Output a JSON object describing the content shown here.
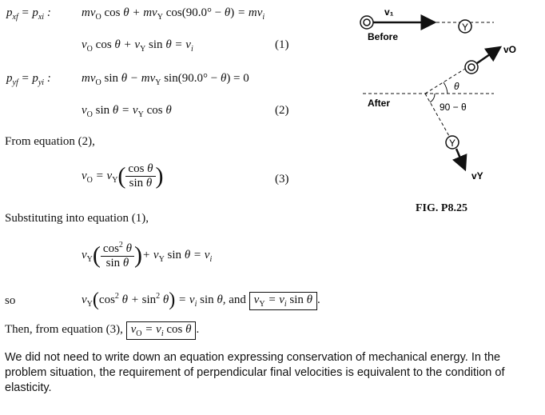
{
  "eq_label_1": "p_xf = p_xi :",
  "eq_1a": "mv_O cos θ + mv_Y cos(90.0° − θ) = mv_i",
  "eq_1b": "v_O cos θ + v_Y sin θ = v_i",
  "eq_1_number": "(1)",
  "eq_label_2": "p_yf = p_yi :",
  "eq_2a": "mv_O sin θ − mv_Y sin(90.0° − θ) = 0",
  "eq_2b": "v_O sin θ = v_Y cos θ",
  "eq_2_number": "(2)",
  "text_from_eq2": "From equation (2),",
  "eq_3_lhs": "v_O = v_Y",
  "eq_3_num": "cos θ",
  "eq_3_den": "sin θ",
  "eq_3_number": "(3)",
  "text_substituting": "Substituting into equation (1),",
  "eq_4_lhs": "v_Y",
  "eq_4_num": "cos² θ",
  "eq_4_den": "sin θ",
  "eq_4_rhs": "+ v_Y sin θ = v_i",
  "text_so": "so",
  "eq_5": "v_Y (cos² θ + sin² θ) = v_i sin θ, and",
  "answer_vy": "v_Y = v_i sin θ",
  "period_1": ".",
  "text_then": "Then, from equation (3),",
  "answer_vo": "v_O = v_i cos θ",
  "period_2": ".",
  "paragraph": "We did not need to write down an equation expressing conservation of mechanical energy. In the problem situation, the requirement of perpendicular final velocities is equivalent to the condition of elasticity.",
  "figure": {
    "label_v1": "v₁",
    "label_before": "Before",
    "label_after": "After",
    "label_theta": "θ",
    "label_90_minus_theta": "90 − θ",
    "label_vo": "vO",
    "label_vy": "vY",
    "ball_y": "Y",
    "caption": "FIG. P8.25"
  }
}
